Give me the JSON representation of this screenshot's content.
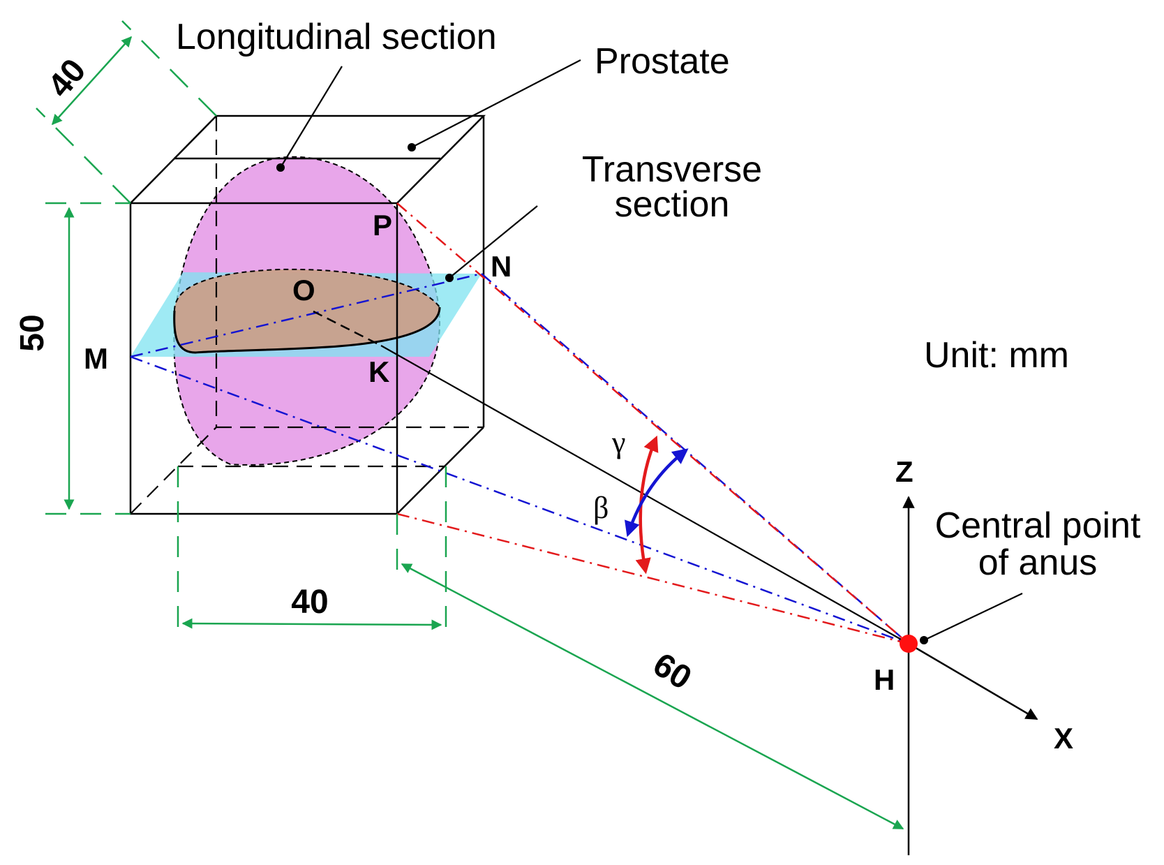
{
  "labels": {
    "longitudinal_section": "Longitudinal section",
    "prostate": "Prostate",
    "transverse_section_line1": "Transverse",
    "transverse_section_line2": "section",
    "unit": "Unit: mm",
    "central_point_line1": "Central point",
    "central_point_line2": "of anus"
  },
  "points": {
    "P": "P",
    "N": "N",
    "O": "O",
    "M": "M",
    "K": "K",
    "H": "H"
  },
  "axes": {
    "z": "Z",
    "x": "X"
  },
  "angles": {
    "gamma": "γ",
    "beta": "β"
  },
  "dimensions": {
    "depth": "40",
    "height": "50",
    "width": "40",
    "distance": "60"
  },
  "colors": {
    "longitudinal_fill": "#e8a6ea",
    "transverse_plane": "#7fe3f0",
    "transverse_section_fill": "#c9a08a",
    "dimension": "#1aa550",
    "red_line": "#e31a1c",
    "blue_line": "#1414d2",
    "anus_point": "#ff1010"
  }
}
